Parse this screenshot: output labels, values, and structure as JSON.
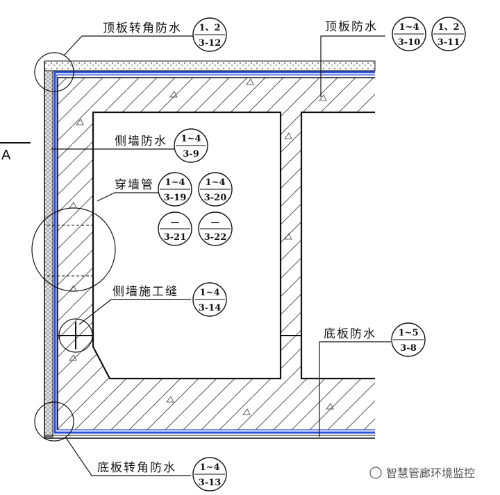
{
  "section_marker": "A",
  "callouts": {
    "roof_corner": {
      "label": "顶板转角防水",
      "refs": [
        [
          "1、2",
          "3-12"
        ]
      ]
    },
    "roof": {
      "label": "顶板防水",
      "refs": [
        [
          "1~4",
          "3-10"
        ],
        [
          "1、2",
          "3-11"
        ]
      ]
    },
    "side_wall": {
      "label": "侧墙防水",
      "refs": [
        [
          "1~4",
          "3-9"
        ]
      ]
    },
    "pipe": {
      "label": "穿墙管",
      "refs": [
        [
          "1~4",
          "3-19"
        ],
        [
          "1~4",
          "3-20"
        ],
        [
          "—",
          "3-21"
        ],
        [
          "—",
          "3-22"
        ]
      ]
    },
    "joint": {
      "label": "侧墙施工缝",
      "refs": [
        [
          "1~4",
          "3-14"
        ]
      ]
    },
    "floor": {
      "label": "底板防水",
      "refs": [
        [
          "1~5",
          "3-8"
        ]
      ]
    },
    "floor_corner": {
      "label": "底板转角防水",
      "refs": [
        [
          "1~4",
          "3-13"
        ]
      ]
    }
  },
  "watermark": "智慧管廊环境监控",
  "colors": {
    "membrane": "#2b4fd8",
    "line": "#111111",
    "hatch": "#555555"
  }
}
